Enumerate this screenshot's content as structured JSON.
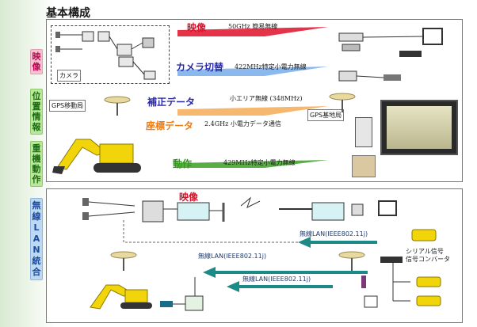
{
  "title": "基本構成",
  "side_tags": {
    "video": "映像",
    "position": "位置情報",
    "machine": "重機動作",
    "wlan": "無線LAN統合"
  },
  "top": {
    "video_label": "映像",
    "video_freq": "50GHz 簡易無線",
    "camera_switch_label": "カメラ切替",
    "camera_switch_freq": "422MHz特定小電力無線",
    "camera_box_label": "カメラ",
    "correction_label": "補正データ",
    "correction_freq": "小エリア無線 (348MHz)",
    "gps_mobile": "GPS移動局",
    "gps_base": "GPS基地局",
    "coord_label": "座標データ",
    "coord_freq": "2.4GHz 小電力データ通信",
    "motion_label": "動作",
    "motion_freq": "429MHz特定小電力無線"
  },
  "bottom": {
    "video_label": "映像",
    "wlan1": "無線LAN(IEEE802.11j)",
    "wlan2": "無線LAN(IEEE802.11j)",
    "wlan3": "無線LAN(IEEE802.11j)",
    "serial_converter": "シリアル信号\n信号コンバータ"
  },
  "colors": {
    "video": "#e0102a",
    "camera_switch": "#2a2aa6",
    "correction": "#2a2aa6",
    "coord": "#f07c12",
    "motion": "#2e9a16",
    "wlan_arrow": "#1c8a86",
    "excavator": "#f2d40a"
  }
}
